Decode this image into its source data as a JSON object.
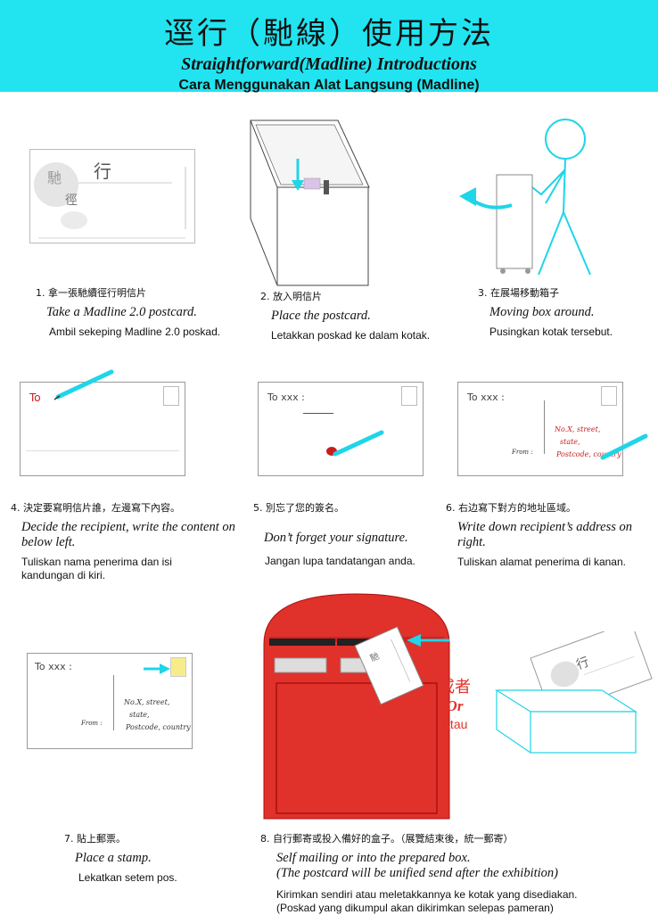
{
  "header": {
    "title_zh": "逕行（馳線）使用方法",
    "title_en": "Straightforward(Madline) Introductions",
    "title_ms": "Cara Menggunakan Alat Langsung (Madline)"
  },
  "postcard": {
    "to_red": "To",
    "to_generic": "To xxx :",
    "address_lines": [
      "No.X, street,",
      "state,",
      "Postcode, country"
    ],
    "from_label": "From :",
    "brand_text": "行"
  },
  "steps": [
    {
      "zh": "1. 拿一張馳續徑行明信片",
      "en": "Take a Madline 2.0 postcard.",
      "ms": "Ambil sekeping Madline 2.0 poskad."
    },
    {
      "zh": "2. 放入明信片",
      "en": "Place the postcard.",
      "ms": "Letakkan poskad  ke dalam kotak."
    },
    {
      "zh": "3. 在展場移動箱子",
      "en": "Moving box around.",
      "ms": "Pusingkan kotak tersebut."
    },
    {
      "zh": "4. 決定要寫明信片誰，左邊寫下內容。",
      "en": "Decide the recipient, write the content on below left.",
      "ms": "Tuliskan nama penerima dan isi kandungan di kiri."
    },
    {
      "zh": "5. 別忘了您的簽名。",
      "en": "Don’t forget your signature.",
      "ms": "Jangan lupa tandatangan anda."
    },
    {
      "zh": "6. 右边寫下對方的地址區域。",
      "en": "Write down recipient’s address on right.",
      "ms": "Tuliskan alamat penerima di kanan."
    },
    {
      "zh": "7. 貼上郵票。",
      "en": "Place a stamp.",
      "ms": "Lekatkan setem pos."
    },
    {
      "zh": "8. 自行郵寄或投入備好的盒子。（展覽結束後，統一郵寄）",
      "en": "Self mailing or into the prepared box.",
      "en2": "(The postcard will be unified send after the exhibition)",
      "ms": "Kirimkan sendiri atau meletakkannya ke kotak yang disediakan.",
      "ms2": "(Poskad yang dikumpul akan dikirimkan selepas pameran)"
    }
  ],
  "or_label": {
    "zh": "或者",
    "en": "Or",
    "ms": "Atau"
  },
  "colors": {
    "header_bg": "#21e4f0",
    "accent_cyan": "#1fd5e8",
    "mailbox_red": "#e0312a",
    "signature_red": "#c81e1e",
    "stamp_yellow": "#f7ec8a"
  }
}
